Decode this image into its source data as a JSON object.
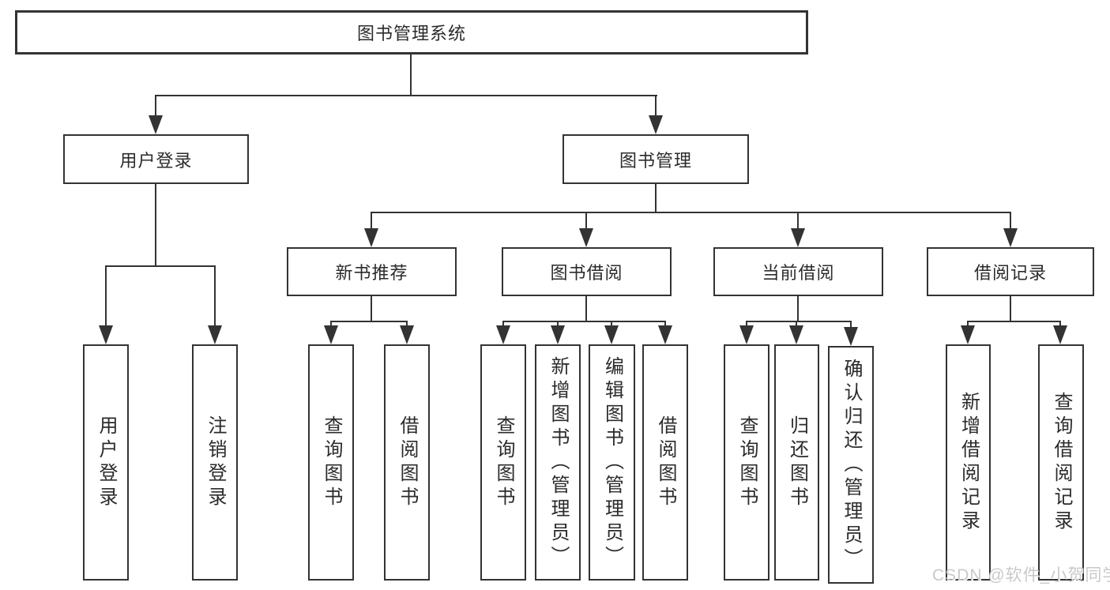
{
  "diagram": {
    "root": {
      "label": "图书管理系统"
    },
    "level2": [
      {
        "label": "用户登录"
      },
      {
        "label": "图书管理"
      }
    ],
    "level3": [
      {
        "label": "新书推荐"
      },
      {
        "label": "图书借阅"
      },
      {
        "label": "当前借阅"
      },
      {
        "label": "借阅记录"
      }
    ],
    "leaves": {
      "user_login": [
        {
          "label": "用户登录"
        },
        {
          "label": "注销登录"
        }
      ],
      "new_book": [
        {
          "label": "查询图书"
        },
        {
          "label": "借阅图书"
        }
      ],
      "book_borrow": [
        {
          "label": "查询图书"
        },
        {
          "label": "新增图书（管理员）"
        },
        {
          "label": "编辑图书（管理员）"
        },
        {
          "label": "借阅图书"
        }
      ],
      "current_borrow": [
        {
          "label": "查询图书"
        },
        {
          "label": "归还图书"
        },
        {
          "label": "确认归还（管理员）"
        }
      ],
      "borrow_record": [
        {
          "label": "新增借阅记录"
        },
        {
          "label": "查询借阅记录"
        }
      ]
    }
  },
  "watermark": {
    "text": "CSDN @软件_小贺同学"
  },
  "colors": {
    "line": "#333333",
    "box_border": "#333333",
    "text": "#2b2b2b",
    "background": "#ffffff",
    "watermark": "#c9c9c9"
  }
}
